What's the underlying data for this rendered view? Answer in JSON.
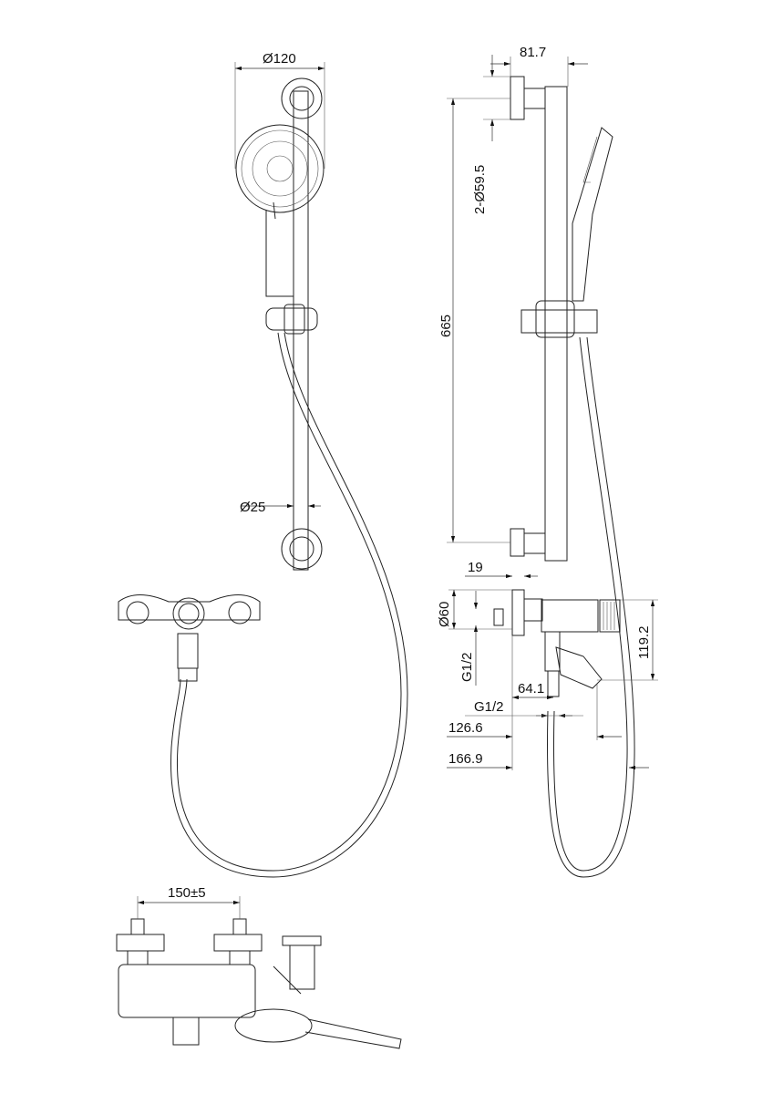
{
  "drawing": {
    "front_view": {
      "head_diameter": "Ø120",
      "bar_diameter": "Ø25"
    },
    "side_view": {
      "bracket_offset": "81.7",
      "bracket_diameter": "2-Ø59.5",
      "bar_length": "665",
      "plate_depth": "19",
      "plate_diameter": "Ø60",
      "inlet_thread": "G1/2",
      "outlet_thread": "G1/2",
      "mixer_height": "119.2",
      "outlet_offset": "64.1",
      "spout_projection": "126.6",
      "total_projection": "166.9"
    },
    "bottom_view": {
      "inlet_spacing": "150±5"
    }
  }
}
